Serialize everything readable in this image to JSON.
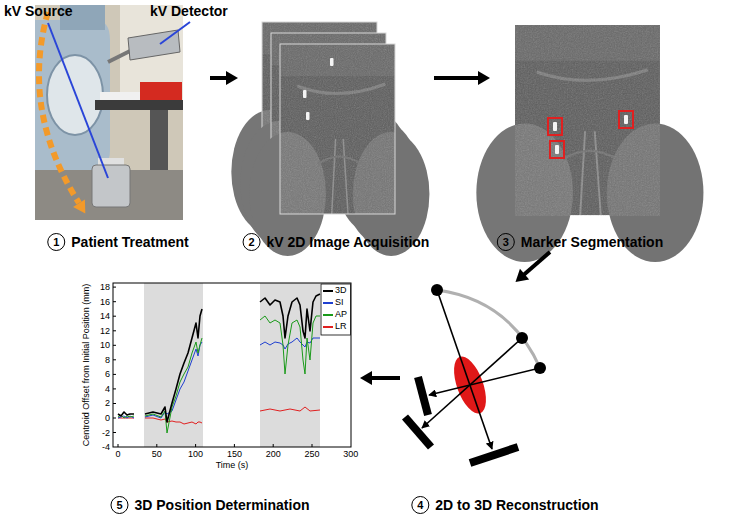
{
  "diagram": {
    "nodes": [
      {
        "text": [
          "1",
          "Patient Treatment"
        ]
      },
      {
        "text": [
          "2",
          "kV 2D Image Acquisition"
        ]
      },
      {
        "text": [
          "3",
          "Marker Segmentation"
        ]
      },
      {
        "text": [
          "4",
          "2D to 3D Reconstruction"
        ]
      },
      {
        "text": [
          "5",
          "3D Position Determination"
        ]
      }
    ],
    "edges": [
      {
        "from": 0,
        "to": 1,
        "arrow": "to"
      },
      {
        "from": 1,
        "to": 2,
        "arrow": "to"
      },
      {
        "from": 2,
        "to": 3,
        "arrow": "to"
      },
      {
        "from": 3,
        "to": 4,
        "arrow": "to"
      }
    ],
    "labels": [
      "kV Source",
      "kV Detector",
      "18",
      "16",
      "14",
      "12",
      "10",
      "8",
      "6",
      "4",
      "2",
      "0",
      "-2",
      "-4",
      "0",
      "50",
      "100",
      "150",
      "200",
      "250",
      "300",
      "Time (s)",
      "Centroid Offset from Initial Position (mm)"
    ],
    "legend": [
      {
        "text": "3D"
      },
      {
        "text": "SI"
      },
      {
        "text": "AP"
      },
      {
        "text": "LR"
      }
    ]
  }
}
